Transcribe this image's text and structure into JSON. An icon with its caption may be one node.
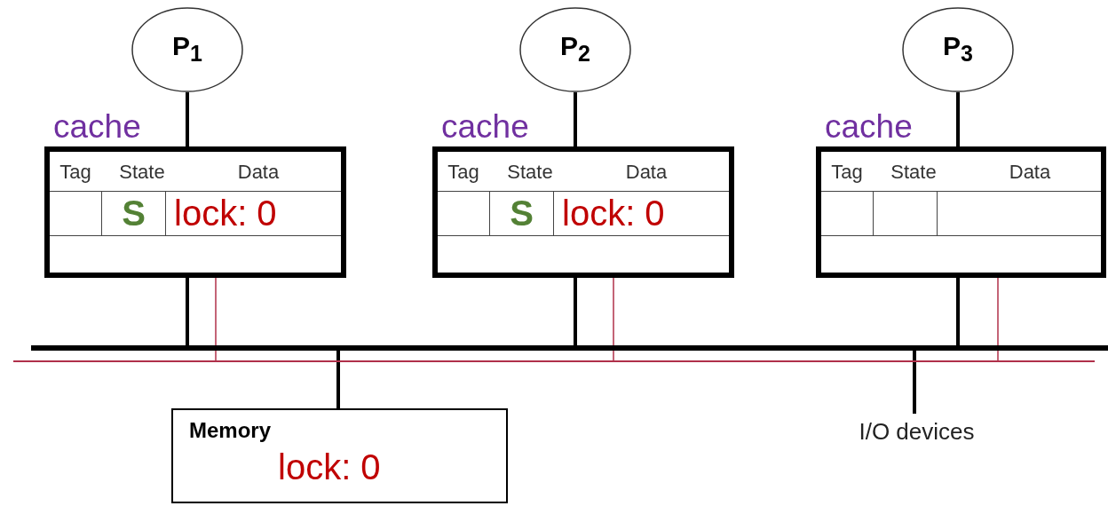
{
  "diagram": {
    "nodes": [
      {
        "text": [
          "P$_{1}$"
        ]
      },
      {
        "text": [
          "cache",
          "Tag",
          "State",
          "Data",
          "S",
          "lock: 0"
        ]
      },
      {
        "text": [
          "P$_{2}$"
        ]
      },
      {
        "text": [
          "cache",
          "Tag",
          "State",
          "Data",
          "S",
          "lock: 0"
        ]
      },
      {
        "text": [
          "P$_{3}$"
        ]
      },
      {
        "text": [
          "cache",
          "Tag",
          "State",
          "Data"
        ]
      },
      {
        "text": [],
        "shape": "bar"
      },
      {
        "text": [],
        "shape": "bar"
      },
      {
        "text": [
          "Memory",
          "lock: 0"
        ]
      },
      {
        "text": [
          "I/O devices"
        ]
      }
    ],
    "edges": [
      {
        "from": 0,
        "to": 1,
        "arrow": "none"
      },
      {
        "from": 1,
        "to": 6,
        "arrow": "none"
      },
      {
        "from": 1,
        "to": 7,
        "arrow": "none",
        "color": "#b0304a"
      },
      {
        "from": 2,
        "to": 3,
        "arrow": "none"
      },
      {
        "from": 3,
        "to": 6,
        "arrow": "none"
      },
      {
        "from": 3,
        "to": 7,
        "arrow": "none",
        "color": "#b0304a"
      },
      {
        "from": 4,
        "to": 5,
        "arrow": "none"
      },
      {
        "from": 5,
        "to": 6,
        "arrow": "none"
      },
      {
        "from": 5,
        "to": 7,
        "arrow": "none",
        "color": "#b0304a"
      },
      {
        "from": 6,
        "to": 8,
        "arrow": "none"
      },
      {
        "from": 6,
        "to": 9,
        "arrow": "none"
      }
    ]
  }
}
